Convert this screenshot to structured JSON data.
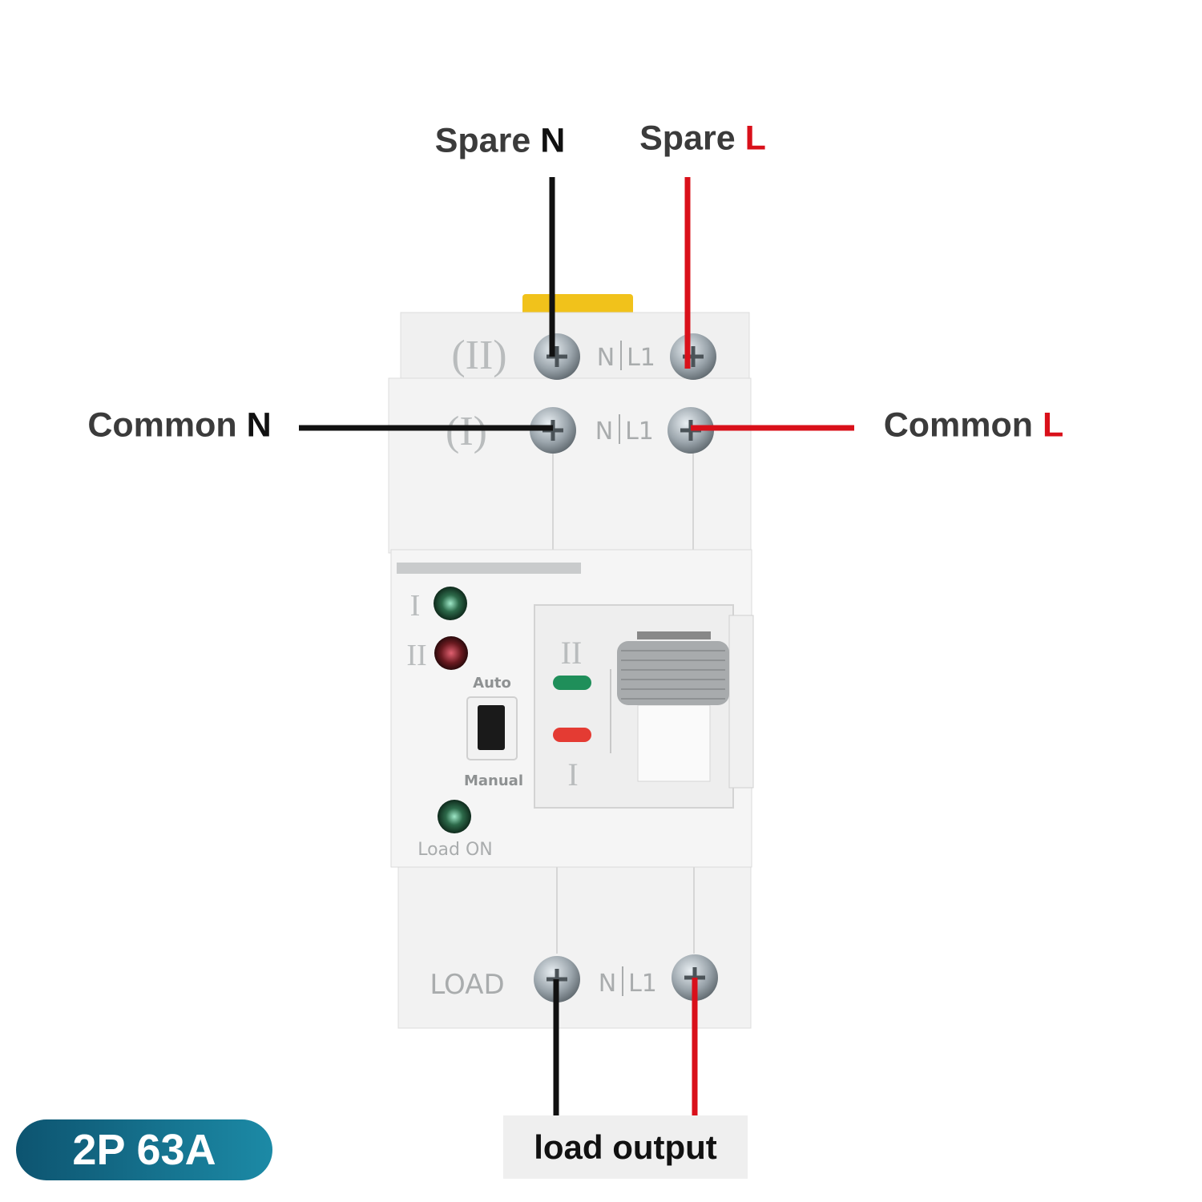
{
  "labels": {
    "spare_n": {
      "word": "Spare",
      "letter": "N"
    },
    "spare_l": {
      "word": "Spare",
      "letter": "L"
    },
    "common_n": {
      "word": "Common",
      "letter": "N"
    },
    "common_l": {
      "word": "Common",
      "letter": "L"
    }
  },
  "device": {
    "source2_mark": "(II)",
    "source1_mark": "(I)",
    "load_mark": "LOAD",
    "terminal_n": "N",
    "terminal_l": "L1",
    "indicator_1": "I",
    "indicator_2": "II",
    "mode_auto": "Auto",
    "mode_manual": "Manual",
    "load_on": "Load ON",
    "switch_top": "II",
    "switch_bottom": "I"
  },
  "badge": "2P 63A",
  "load_output": "load output",
  "colors": {
    "live": "#d9101a",
    "neutral": "#111111",
    "badge": "#15708e"
  }
}
